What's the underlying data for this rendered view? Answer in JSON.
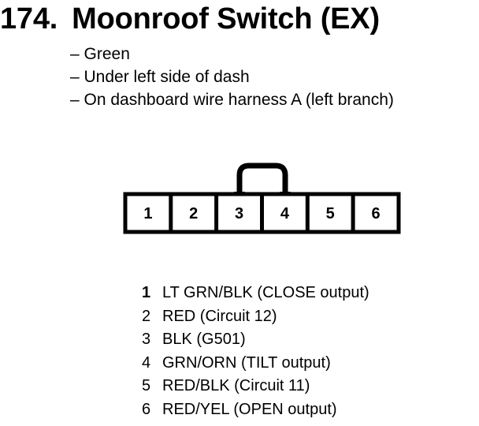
{
  "heading": {
    "number": "174.",
    "title": "Moonroof Switch (EX)"
  },
  "notes": [
    "– Green",
    "– Under left side of dash",
    "– On dashboard wire harness A (left branch)"
  ],
  "connector": {
    "pins": [
      "1",
      "2",
      "3",
      "4",
      "5",
      "6"
    ]
  },
  "pin_assignments": [
    {
      "pin": "1",
      "description": "LT GRN/BLK (CLOSE output)"
    },
    {
      "pin": "2",
      "description": "RED (Circuit 12)"
    },
    {
      "pin": "3",
      "description": "BLK (G501)"
    },
    {
      "pin": "4",
      "description": "GRN/ORN (TILT output)"
    },
    {
      "pin": "5",
      "description": "RED/BLK (Circuit 11)"
    },
    {
      "pin": "6",
      "description": "RED/YEL (OPEN output)"
    }
  ]
}
